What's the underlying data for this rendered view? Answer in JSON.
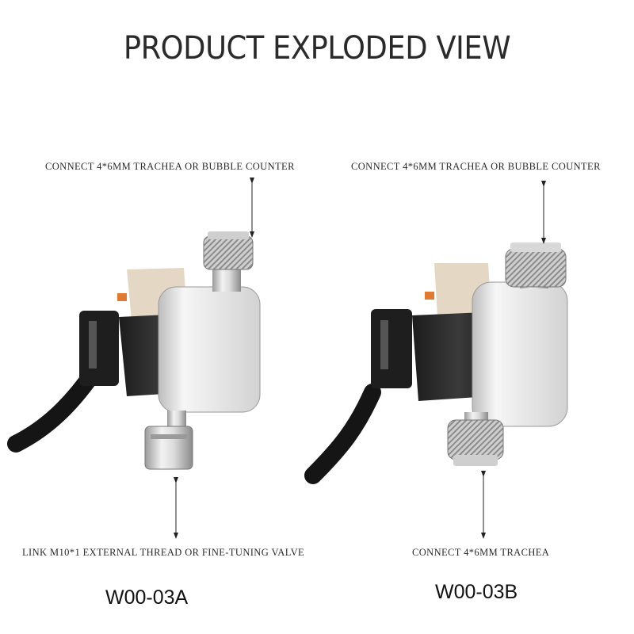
{
  "title": "PRODUCT EXPLODED VIEW",
  "products": [
    {
      "model": "W00-03A",
      "top_label": "CONNECT 4*6MM TRACHEA OR BUBBLE COUNTER",
      "bottom_label": "LINK M10*1 EXTERNAL THREAD OR FINE-TUNING VALVE"
    },
    {
      "model": "W00-03B",
      "top_label": "CONNECT 4*6MM TRACHEA OR BUBBLE COUNTER",
      "bottom_label": "CONNECT 4*6MM TRACHEA"
    }
  ]
}
